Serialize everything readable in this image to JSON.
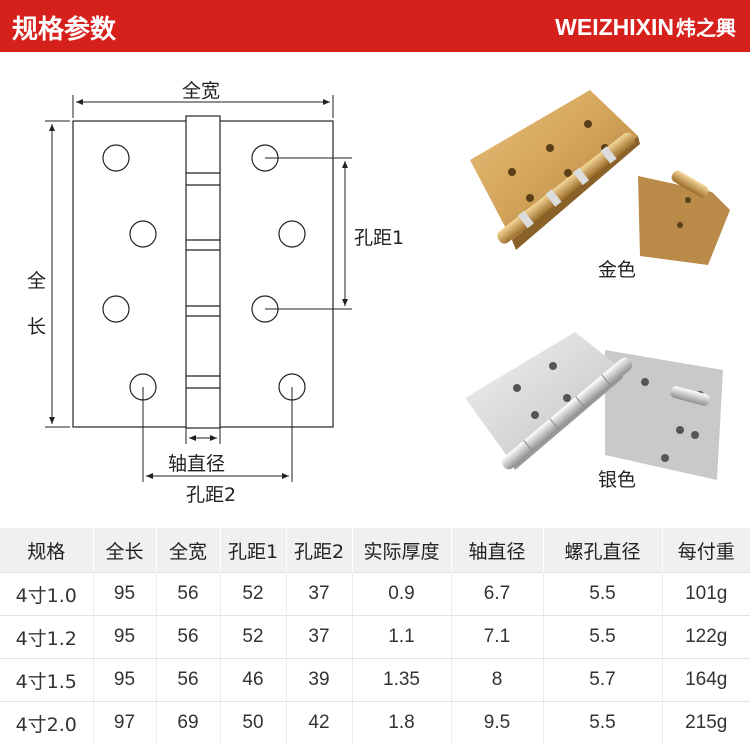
{
  "header": {
    "title": "规格参数",
    "brand_latin": "WEIZHIXIN",
    "brand_cn": "炜之興",
    "color": "#d6201c"
  },
  "diagram": {
    "label_width": "全宽",
    "label_length_1": "全",
    "label_length_2": "长",
    "label_hole_distance_1": "孔距1",
    "label_hole_distance_2": "孔距2",
    "label_shaft_diameter": "轴直径"
  },
  "photos": {
    "gold_caption": "金色",
    "silver_caption": "银色"
  },
  "table": {
    "headers": [
      "规格",
      "全长",
      "全宽",
      "孔距1",
      "孔距2",
      "实际厚度",
      "轴直径",
      "螺孔直径",
      "每付重"
    ],
    "rows": [
      [
        "4寸1.0",
        "95",
        "56",
        "52",
        "37",
        "0.9",
        "6.7",
        "5.5",
        "101g"
      ],
      [
        "4寸1.2",
        "95",
        "56",
        "52",
        "37",
        "1.1",
        "7.1",
        "5.5",
        "122g"
      ],
      [
        "4寸1.5",
        "95",
        "56",
        "46",
        "39",
        "1.35",
        "8",
        "5.7",
        "164g"
      ],
      [
        "4寸2.0",
        "97",
        "69",
        "50",
        "42",
        "1.8",
        "9.5",
        "5.5",
        "215g"
      ]
    ]
  }
}
